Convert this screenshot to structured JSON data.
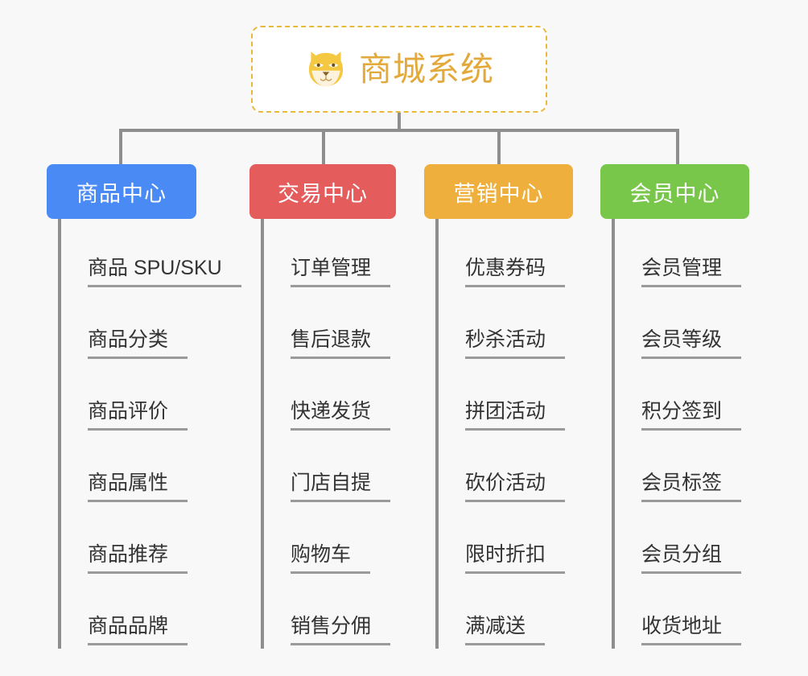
{
  "background_color": "#f8f8f8",
  "root": {
    "title": "商城系统",
    "icon": "dog-face-icon",
    "title_color": "#e3a93a",
    "border_color": "#eab93c"
  },
  "connector_color": "#8e8e8e",
  "columns": [
    {
      "key": "product",
      "label": "商品中心",
      "color": "#4a8af4",
      "items": [
        {
          "label": "商品 SPU/SKU"
        },
        {
          "label": "商品分类"
        },
        {
          "label": "商品评价"
        },
        {
          "label": "商品属性"
        },
        {
          "label": "商品推荐"
        },
        {
          "label": "商品品牌"
        }
      ]
    },
    {
      "key": "trade",
      "label": "交易中心",
      "color": "#e45c5c",
      "items": [
        {
          "label": "订单管理"
        },
        {
          "label": "售后退款"
        },
        {
          "label": "快递发货"
        },
        {
          "label": "门店自提"
        },
        {
          "label": "购物车"
        },
        {
          "label": "销售分佣"
        }
      ]
    },
    {
      "key": "marketing",
      "label": "营销中心",
      "color": "#eeaf3c",
      "items": [
        {
          "label": "优惠券码"
        },
        {
          "label": "秒杀活动"
        },
        {
          "label": "拼团活动"
        },
        {
          "label": "砍价活动"
        },
        {
          "label": "限时折扣"
        },
        {
          "label": "满减送"
        }
      ]
    },
    {
      "key": "member",
      "label": "会员中心",
      "color": "#78c64a",
      "items": [
        {
          "label": "会员管理"
        },
        {
          "label": "会员等级"
        },
        {
          "label": "积分签到"
        },
        {
          "label": "会员标签"
        },
        {
          "label": "会员分组"
        },
        {
          "label": "收货地址"
        }
      ]
    }
  ]
}
